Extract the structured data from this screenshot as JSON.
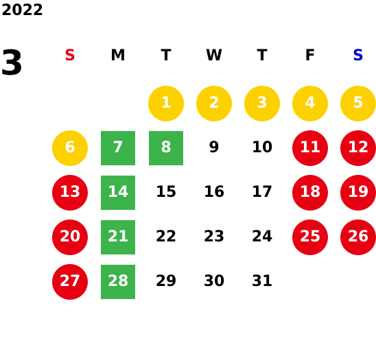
{
  "calendar": {
    "year": "2022",
    "month": "3",
    "weekdays": [
      {
        "label": "S",
        "color": "#e60012"
      },
      {
        "label": "M",
        "color": "#000000"
      },
      {
        "label": "T",
        "color": "#000000"
      },
      {
        "label": "W",
        "color": "#000000"
      },
      {
        "label": "T",
        "color": "#000000"
      },
      {
        "label": "F",
        "color": "#000000"
      },
      {
        "label": "S",
        "color": "#0000cc"
      }
    ],
    "first_weekday_index": 2,
    "days": [
      {
        "day": "1",
        "marker": "yellow-circle"
      },
      {
        "day": "2",
        "marker": "yellow-circle"
      },
      {
        "day": "3",
        "marker": "yellow-circle"
      },
      {
        "day": "4",
        "marker": "yellow-circle"
      },
      {
        "day": "5",
        "marker": "yellow-circle"
      },
      {
        "day": "6",
        "marker": "yellow-circle"
      },
      {
        "day": "7",
        "marker": "green-square"
      },
      {
        "day": "8",
        "marker": "green-square"
      },
      {
        "day": "9",
        "marker": "none"
      },
      {
        "day": "10",
        "marker": "none"
      },
      {
        "day": "11",
        "marker": "red-circle"
      },
      {
        "day": "12",
        "marker": "red-circle"
      },
      {
        "day": "13",
        "marker": "red-circle"
      },
      {
        "day": "14",
        "marker": "green-square"
      },
      {
        "day": "15",
        "marker": "none"
      },
      {
        "day": "16",
        "marker": "none"
      },
      {
        "day": "17",
        "marker": "none"
      },
      {
        "day": "18",
        "marker": "red-circle"
      },
      {
        "day": "19",
        "marker": "red-circle"
      },
      {
        "day": "20",
        "marker": "red-circle"
      },
      {
        "day": "21",
        "marker": "green-square"
      },
      {
        "day": "22",
        "marker": "none"
      },
      {
        "day": "23",
        "marker": "none"
      },
      {
        "day": "24",
        "marker": "none"
      },
      {
        "day": "25",
        "marker": "red-circle"
      },
      {
        "day": "26",
        "marker": "red-circle"
      },
      {
        "day": "27",
        "marker": "red-circle"
      },
      {
        "day": "28",
        "marker": "green-square"
      },
      {
        "day": "29",
        "marker": "none"
      },
      {
        "day": "30",
        "marker": "none"
      },
      {
        "day": "31",
        "marker": "none"
      }
    ]
  },
  "marker_colors": {
    "yellow-circle": "#fdd000",
    "red-circle": "#e60012",
    "green-square": "#3cb44b"
  },
  "text_colors": {
    "on_marker": "#ffffff",
    "plain": "#000000"
  }
}
